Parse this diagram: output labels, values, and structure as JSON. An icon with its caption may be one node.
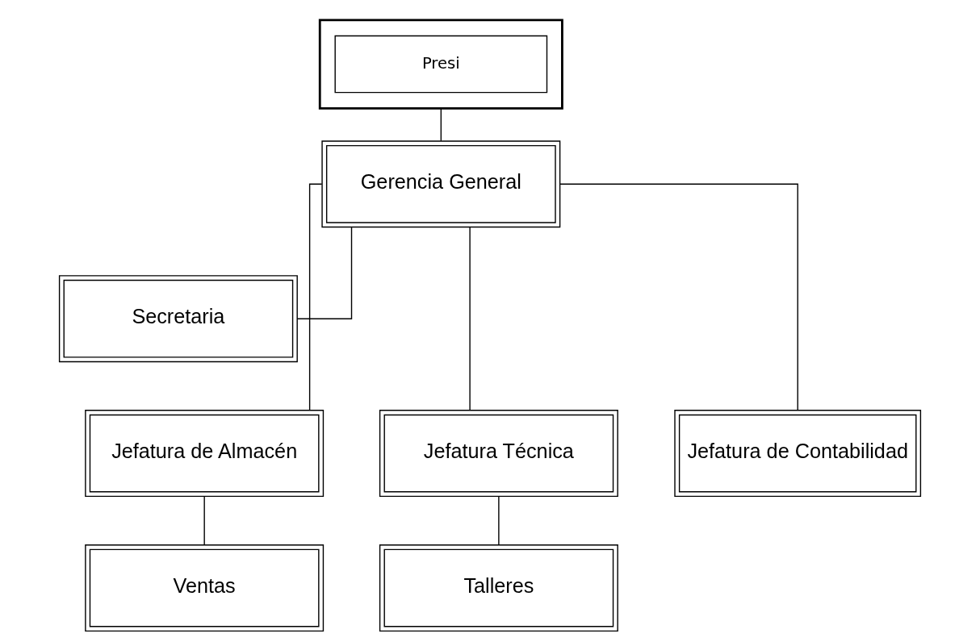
{
  "diagram": {
    "nodes": [
      {
        "text": [],
        "shape": "box"
      },
      {
        "text": [
          "Presi"
        ],
        "in": 0
      },
      {
        "text": [
          "Gerencia General"
        ]
      },
      {
        "text": [
          "Secretaria"
        ]
      },
      {
        "text": [
          "Jefatura de Almacén"
        ]
      },
      {
        "text": [
          "Jefatura Técnica"
        ]
      },
      {
        "text": [
          "Jefatura de Contabilidad"
        ]
      },
      {
        "text": [
          "Ventas"
        ]
      },
      {
        "text": [
          "Talleres"
        ]
      }
    ],
    "edges": [
      {
        "from": 0,
        "to": 2,
        "arrow": "none"
      },
      {
        "from": 2,
        "to": 3,
        "arrow": "none"
      },
      {
        "from": 2,
        "to": 4,
        "arrow": "none"
      },
      {
        "from": 2,
        "to": 5,
        "arrow": "none"
      },
      {
        "from": 2,
        "to": 6,
        "arrow": "none"
      },
      {
        "from": 4,
        "to": 7,
        "arrow": "none"
      },
      {
        "from": 5,
        "to": 8,
        "arrow": "none"
      }
    ]
  }
}
